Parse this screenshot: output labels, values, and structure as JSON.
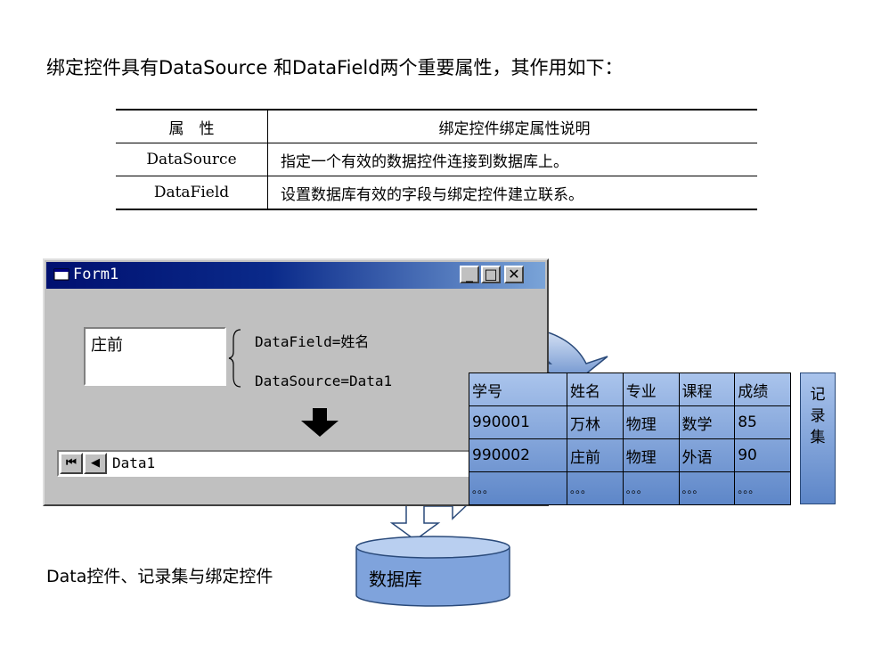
{
  "intro": "绑定控件具有DataSource 和DataField两个重要属性，其作用如下：",
  "props_table": {
    "headers": [
      "属　性",
      "绑定控件绑定属性说明"
    ],
    "rows": [
      [
        "DataSource",
        "指定一个有效的数据控件连接到数据库上。"
      ],
      [
        "DataField",
        "设置数据库有效的字段与绑定控件建立联系。"
      ]
    ]
  },
  "window": {
    "title": "Form1",
    "buttons": {
      "minimize": "_",
      "maximize": "□",
      "close": "✕"
    },
    "textbox_value": "庄前",
    "datafield_label": "DataField=姓名",
    "datasource_label": "DataSource=Data1",
    "data_control": {
      "caption": "Data1",
      "first": "⏮",
      "prev": "◀"
    }
  },
  "recordset": {
    "headers": [
      "学号",
      "姓名",
      "专业",
      "课程",
      "成绩"
    ],
    "rows": [
      [
        "990001",
        "万林",
        "物理",
        "数学",
        "85"
      ],
      [
        "990002",
        "庄前",
        "物理",
        "外语",
        "90"
      ],
      [
        "。。。",
        "。。。",
        "。。。",
        "。。。",
        "。。。"
      ]
    ],
    "label": [
      "记",
      "录",
      "集"
    ]
  },
  "database_label": "数据库",
  "caption": "Data控件、记录集与绑定控件",
  "colors": {
    "titlebar": "#001070",
    "recordset_fill": "#5d86c8",
    "cylinder_fill": "#7fa3dc"
  }
}
